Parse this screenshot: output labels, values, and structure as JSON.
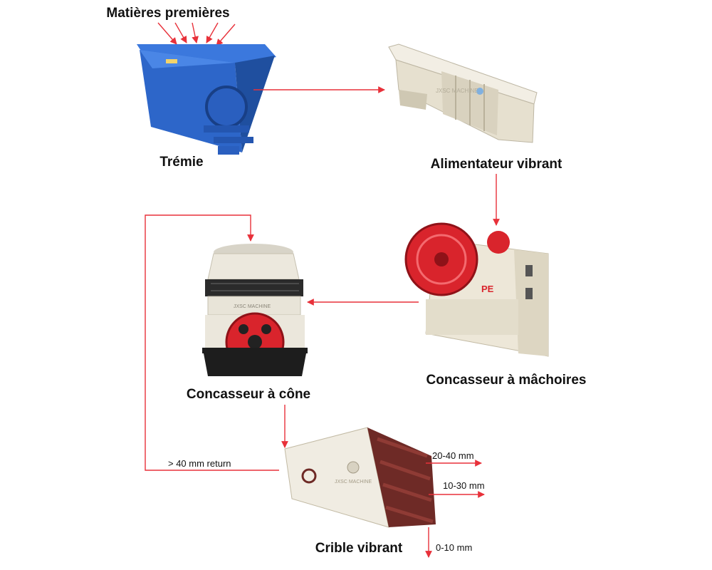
{
  "title": "Matières premières",
  "nodes": {
    "hopper": "Trémie",
    "feeder": "Alimentateur vibrant",
    "jaw": "Concasseur à mâchoires",
    "cone": "Concasseur à cône",
    "screen": "Crible vibrant"
  },
  "outputs": {
    "return": "> 40 mm return",
    "coarse": "20-40 mm",
    "medium": "10-30 mm",
    "fine": "0-10 mm"
  },
  "machine_text": {
    "jaw_model": "PE",
    "watermark": "JXSC MACHINE"
  },
  "colors": {
    "arrow": "#e8313a",
    "hopper": "#2d66c9",
    "machine_body": "#ece6d6",
    "flywheel": "#d9242c",
    "screen_frame": "#6e2a26"
  }
}
